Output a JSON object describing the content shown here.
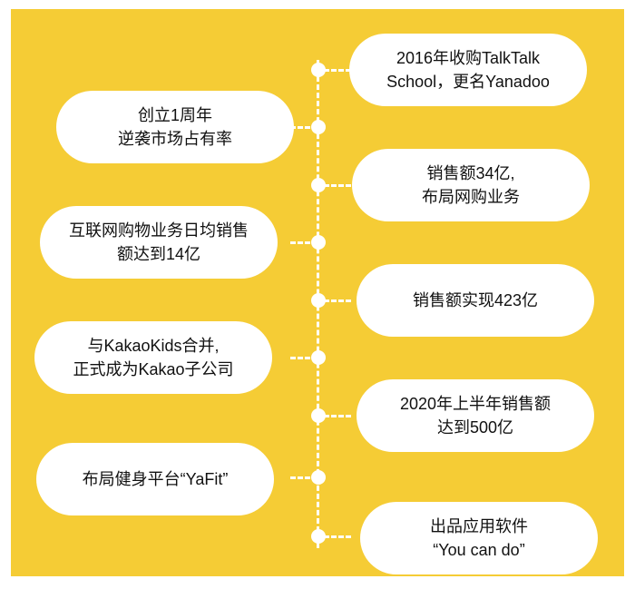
{
  "colors": {
    "background": "#f5cc35",
    "pill": "#ffffff",
    "line": "#ffffff",
    "text": "#111111"
  },
  "timeline": {
    "right": [
      {
        "line1": "2016年收购TalkTalk",
        "line2": "School，更名Yanadoo"
      },
      {
        "line1": "销售额34亿,",
        "line2": "布局网购业务"
      },
      {
        "line1": "销售额实现423亿",
        "line2": ""
      },
      {
        "line1": "2020年上半年销售额",
        "line2": "达到500亿"
      },
      {
        "line1": "出品应用软件",
        "line2": "“You can do”"
      }
    ],
    "left": [
      {
        "line1": "创立1周年",
        "line2": "逆袭市场占有率"
      },
      {
        "line1": "互联网购物业务日均销售",
        "line2": "额达到14亿"
      },
      {
        "line1": "与KakaoKids合并,",
        "line2": "正式成为Kakao子公司"
      },
      {
        "line1": "布局健身平台“YaFit”",
        "line2": ""
      }
    ]
  }
}
